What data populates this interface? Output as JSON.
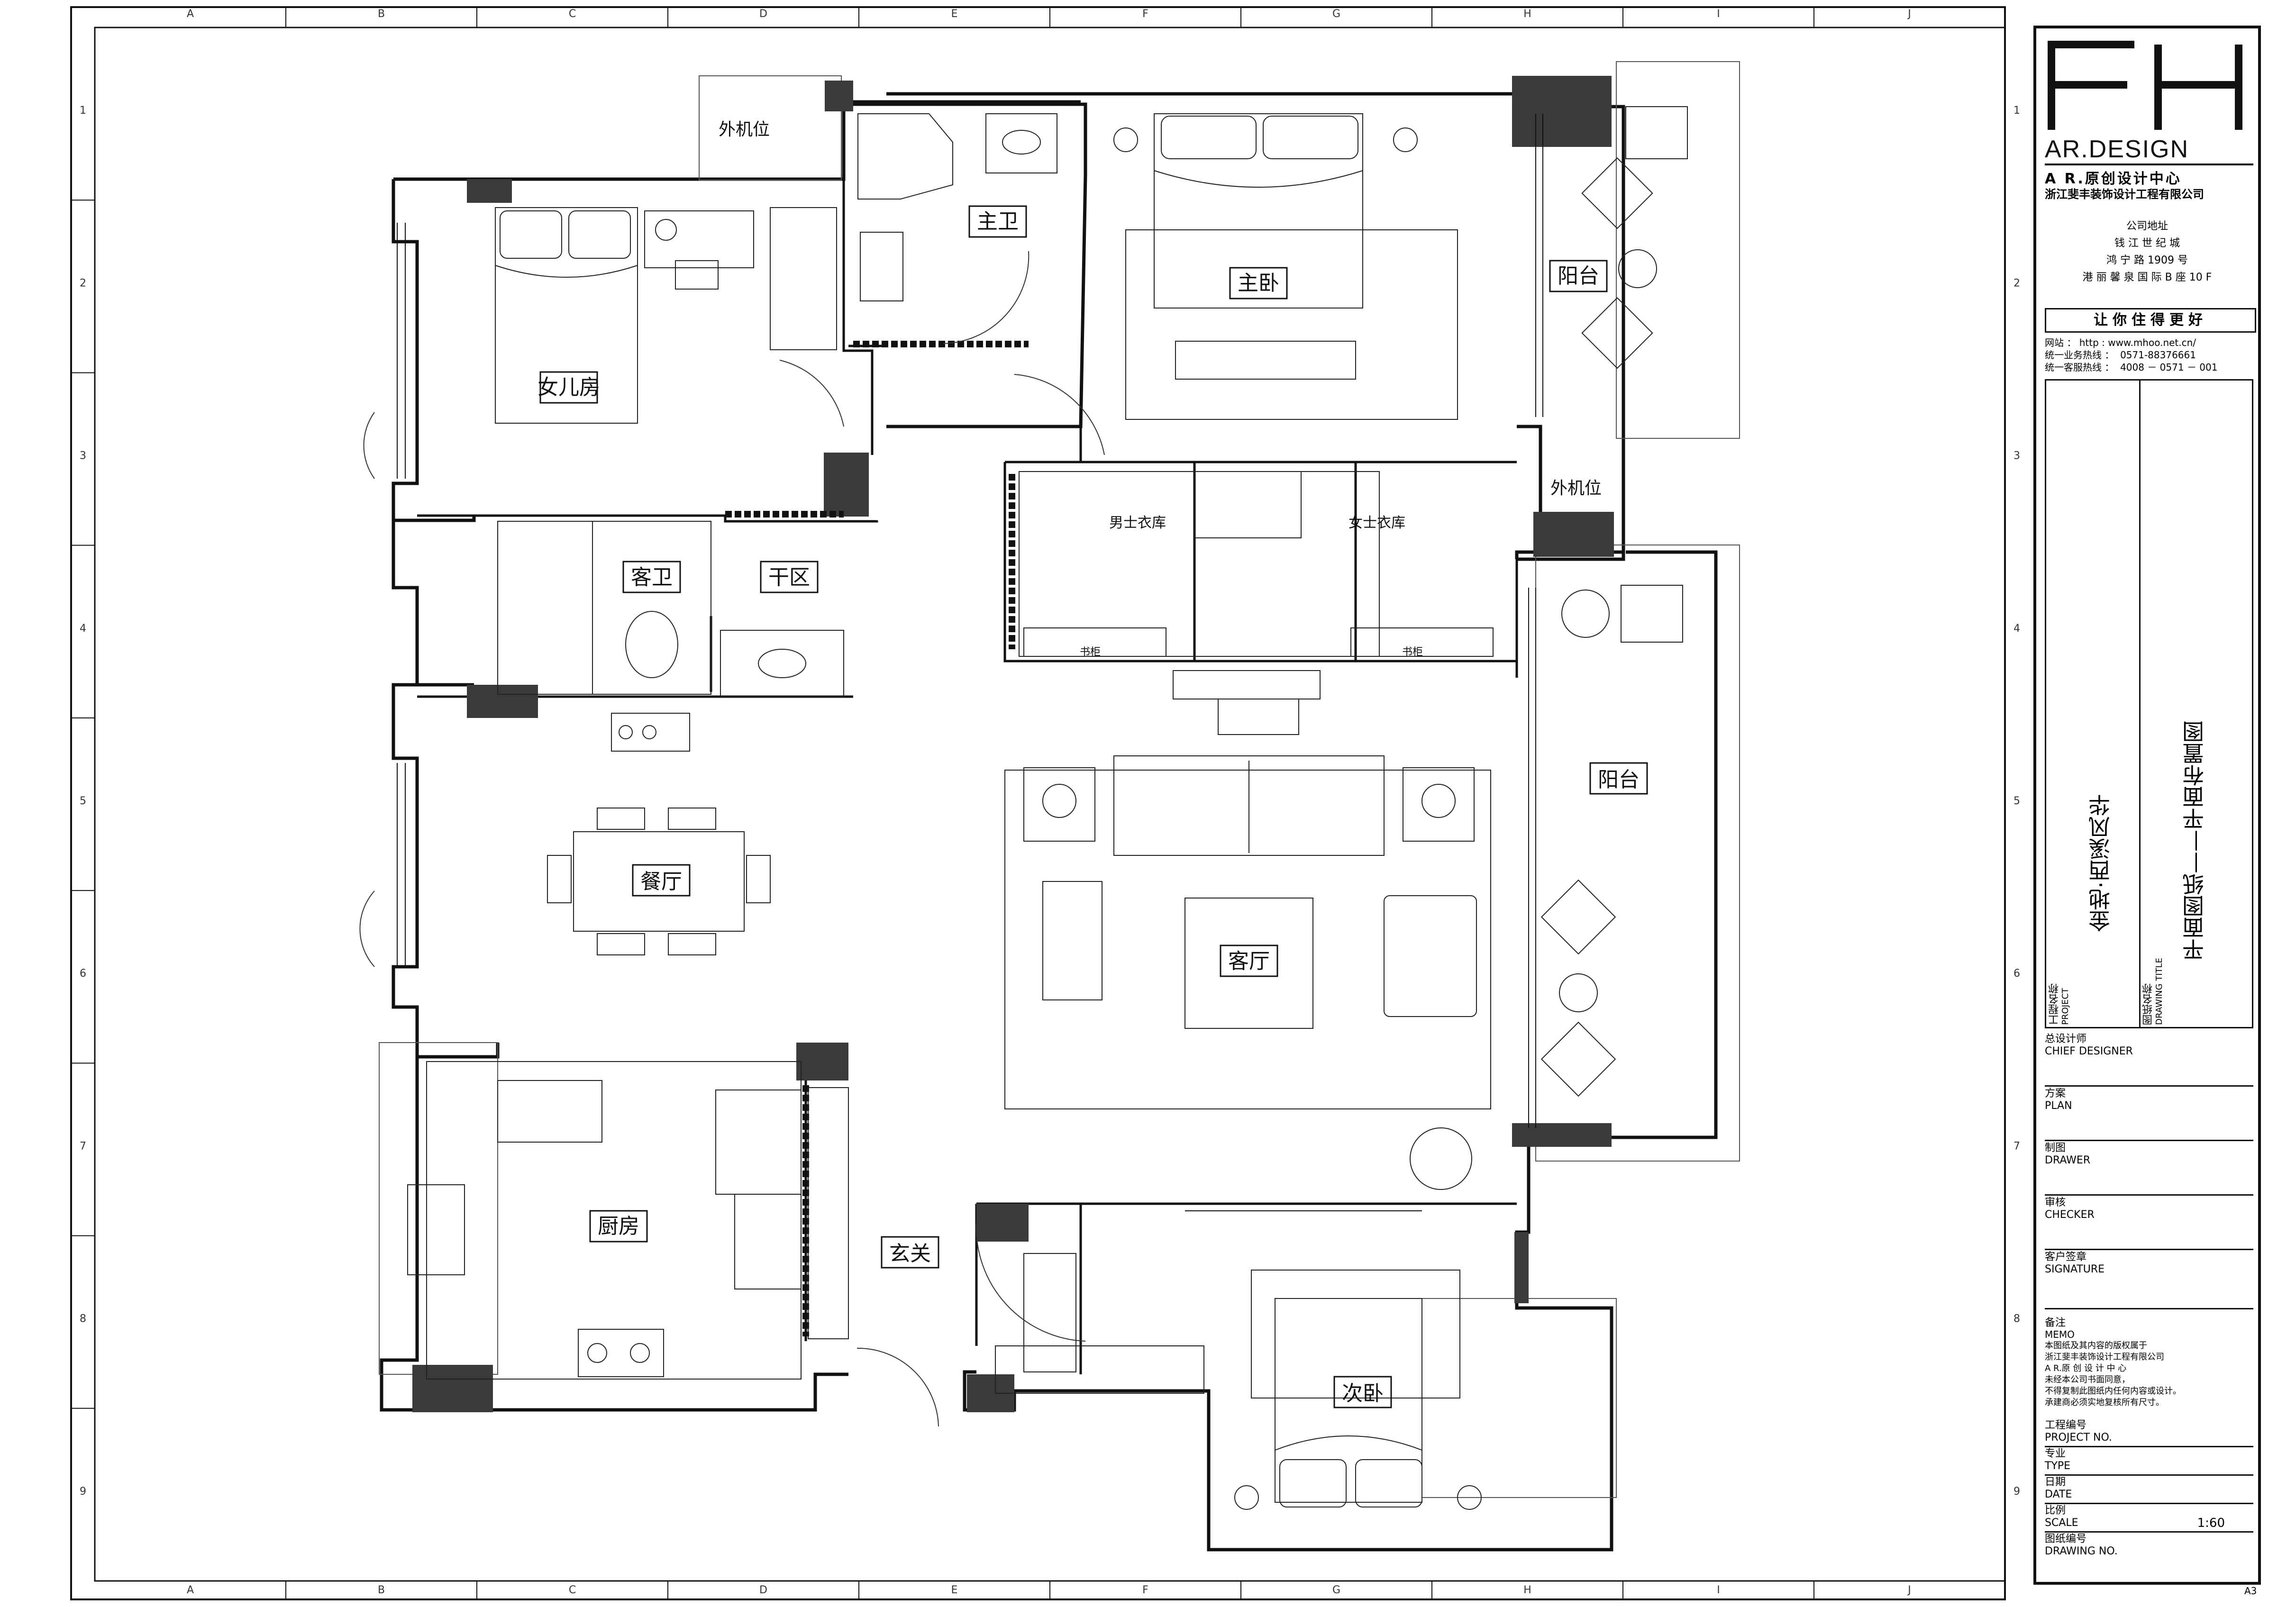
{
  "grid": {
    "columns": [
      "A",
      "B",
      "C",
      "D",
      "E",
      "F",
      "G",
      "H",
      "I",
      "J"
    ],
    "rows": [
      "1",
      "2",
      "3",
      "4",
      "5",
      "6",
      "7",
      "8",
      "9"
    ]
  },
  "rooms": {
    "daughter_room": "女儿房",
    "master_bath": "主卫",
    "master_bed": "主卧",
    "balcony_top": "阳台",
    "ac_top": "外机位",
    "ac_mid": "外机位",
    "guest_bath": "客卫",
    "dry_zone": "干区",
    "men_closet": "男士衣库",
    "women_closet": "女士衣库",
    "cabinet_left": "书柜",
    "cabinet_right": "书柜",
    "balcony_right": "阳台",
    "dining": "餐厅",
    "living": "客厅",
    "kitchen": "厨房",
    "foyer": "玄关",
    "second_bed": "次卧"
  },
  "title_block": {
    "brand": "AR.DESIGN",
    "subtitle1": "A R.原创设计中心",
    "subtitle2": "浙江斐丰装饰设计工程有限公司",
    "address_title": "公司地址",
    "address_line1": "钱 江 世 纪 城",
    "address_line2": "鸿 宁 路 1909 号",
    "address_line3": "港 丽 馨 泉 国 际 B 座 10 F",
    "slogan": "让你住得更好",
    "website": "网站 ： http : www.mhoo.net.cn/",
    "business_hotline": "统一业务热线 ：  0571-88376661",
    "service_hotline": "统一客服热线 ：  4008 － 0571 － 001",
    "project_label_cn": "工程名称",
    "project_label_en": "PROJECT",
    "project_name": "金地·西溪风华",
    "drawing_label_cn": "图纸名称",
    "drawing_label_en": "DRAWING TITLE",
    "drawing_title": "平面图纸——平面布置图",
    "chief_cn": "总设计师",
    "chief_en": "CHIEF DESIGNER",
    "plan_cn": "方案",
    "plan_en": "PLAN",
    "drawer_cn": "制图",
    "drawer_en": "DRAWER",
    "checker_cn": "审核",
    "checker_en": "CHECKER",
    "signature_cn": "客户签章",
    "signature_en": "SIGNATURE",
    "memo_cn": "备注",
    "memo_en": "MEMO",
    "memo_line1": "本图纸及其内容的版权属于",
    "memo_line2": "浙江斐丰装饰设计工程有限公司",
    "memo_line3": "A R.原 创 设 计 中 心",
    "memo_line4": "未经本公司书面同意，",
    "memo_line5": "不得复制此图纸内任何内容或设计。",
    "memo_line6": "承建商必须实地复核所有尺寸。",
    "projno_cn": "工程编号",
    "projno_en": "PROJECT NO.",
    "type_cn": "专业",
    "type_en": "TYPE",
    "date_cn": "日期",
    "date_en": "DATE",
    "scale_cn": "比例",
    "scale_en": "SCALE",
    "scale_value": "1:60",
    "drawno_cn": "图纸编号",
    "drawno_en": "DRAWING NO.",
    "sheet_size": "A3"
  },
  "colors": {
    "ink": "#111111",
    "column_fill": "#3a3a3a",
    "wall": "#111111",
    "thin": "#555555"
  }
}
